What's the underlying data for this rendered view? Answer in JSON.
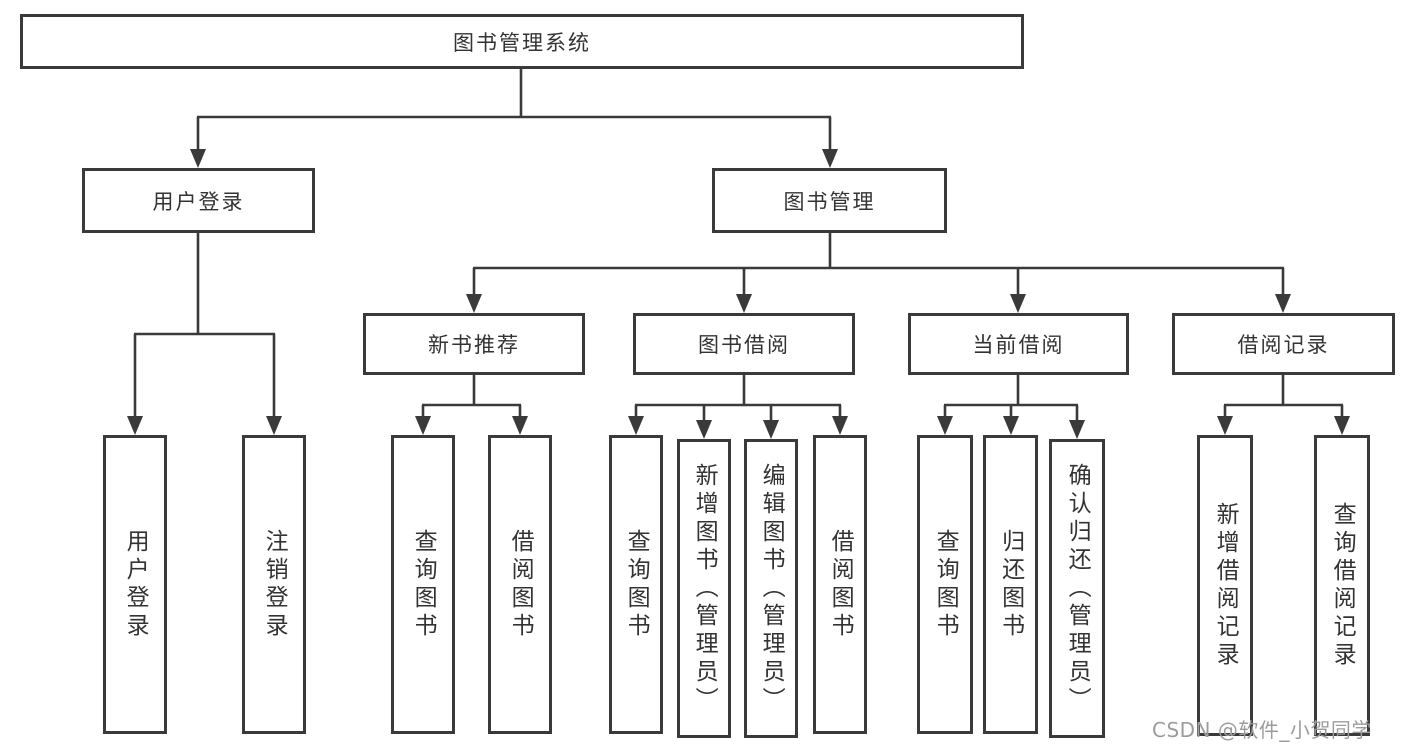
{
  "diagram": {
    "root": "图书管理系统",
    "branches": [
      {
        "label": "用户登录",
        "children": [
          "用户登录",
          "注销登录"
        ]
      },
      {
        "label": "图书管理",
        "children": [
          {
            "label": "新书推荐",
            "children": [
              "查询图书",
              "借阅图书"
            ]
          },
          {
            "label": "图书借阅",
            "children": [
              "查询图书",
              "新增图书（管理员）",
              "编辑图书（管理员）",
              "借阅图书"
            ]
          },
          {
            "label": "当前借阅",
            "children": [
              "查询图书",
              "归还图书",
              "确认归还（管理员）"
            ]
          },
          {
            "label": "借阅记录",
            "children": [
              "新增借阅记录",
              "查询借阅记录"
            ]
          }
        ]
      }
    ]
  },
  "watermark": "CSDN @软件_小贺同学",
  "colors": {
    "line": "#3a3a3a",
    "box_border": "#3a3a3a",
    "text": "#333333",
    "watermark": "#9c9c9c",
    "background": "#ffffff"
  }
}
